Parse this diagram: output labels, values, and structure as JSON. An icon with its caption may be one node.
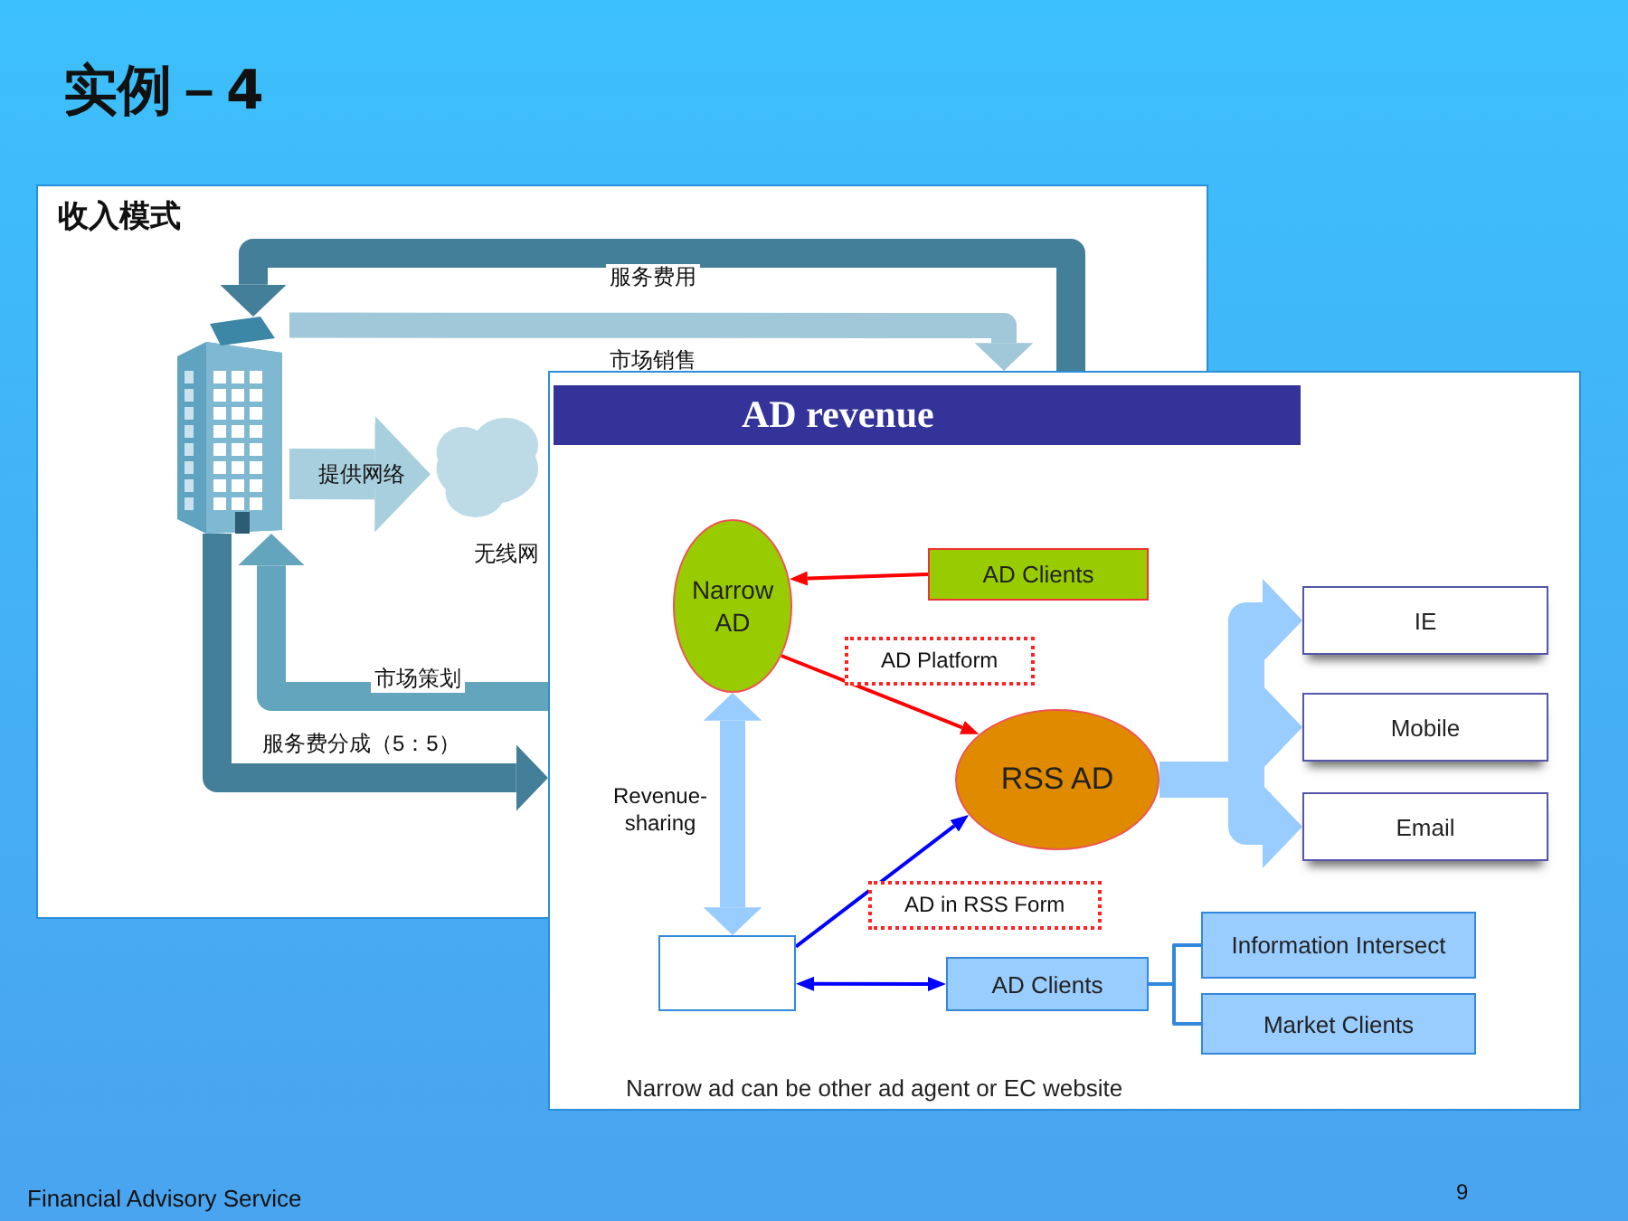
{
  "diagram": {
    "title": "实例－4",
    "nodes": [
      {
        "text": [],
        "shape": "picture"
      },
      {
        "text": [],
        "shape": "cloud",
        "beside": [
          "无线网"
        ]
      },
      {
        "text": [
          "AD revenue",
          "Narrow ad can be other ad agent or EC website"
        ]
      },
      {
        "text": [
          "Narrow AD"
        ],
        "in": 2
      },
      {
        "text": [
          "AD Clients"
        ],
        "in": 2
      },
      {
        "text": [
          "RSS AD"
        ],
        "in": 2
      },
      {
        "text": [
          "IE"
        ],
        "in": 2
      },
      {
        "text": [
          "Mobile"
        ],
        "in": 2
      },
      {
        "text": [
          "Email"
        ],
        "in": 2
      },
      {
        "text": [],
        "shape": "box",
        "in": 2
      },
      {
        "text": [
          "AD Clients"
        ],
        "in": 2
      },
      {
        "text": [
          "Information Intersect"
        ],
        "in": 2
      },
      {
        "text": [
          "Market Clients"
        ],
        "in": 2
      }
    ],
    "edges": [
      {
        "from": 2,
        "to": 0,
        "arrow": "to",
        "label": "服务费用",
        "color": "#447f99"
      },
      {
        "from": 0,
        "to": 2,
        "arrow": "to",
        "label": "市场销售",
        "color": "#a0c8d8"
      },
      {
        "from": 0,
        "to": 1,
        "arrow": "to",
        "label": "提供网络",
        "style": "thick",
        "color": "#a8cfdd"
      },
      {
        "from": 2,
        "to": 0,
        "arrow": "to",
        "label": "市场策划",
        "color": "#63a5bd"
      },
      {
        "from": 0,
        "to": 2,
        "arrow": "to",
        "label": "服务费分成（5：5）",
        "color": "#447f99"
      },
      {
        "from": 4,
        "to": 3,
        "arrow": "to",
        "color": "#ff0000"
      },
      {
        "from": 3,
        "to": 5,
        "arrow": "to",
        "label": "AD Platform",
        "color": "#ff0000"
      },
      {
        "from": 3,
        "to": 9,
        "arrow": "both",
        "label": "Revenue-sharing"
      },
      {
        "from": 9,
        "to": 5,
        "arrow": "to",
        "label": "AD in RSS Form",
        "color": "#0000ff"
      },
      {
        "from": 9,
        "to": 10,
        "arrow": "both",
        "color": "#0000ff"
      },
      {
        "from": 5,
        "to": 6,
        "arrow": "to"
      },
      {
        "from": 5,
        "to": 7,
        "arrow": "to"
      },
      {
        "from": 5,
        "to": 8,
        "arrow": "to"
      },
      {
        "from": 10,
        "to": 11,
        "arrow": "none",
        "color": "#3388dd"
      },
      {
        "from": 10,
        "to": 12,
        "arrow": "none",
        "color": "#3388dd"
      }
    ],
    "labels": [
      "收入模式",
      "Financial Advisory Service",
      "9"
    ]
  }
}
